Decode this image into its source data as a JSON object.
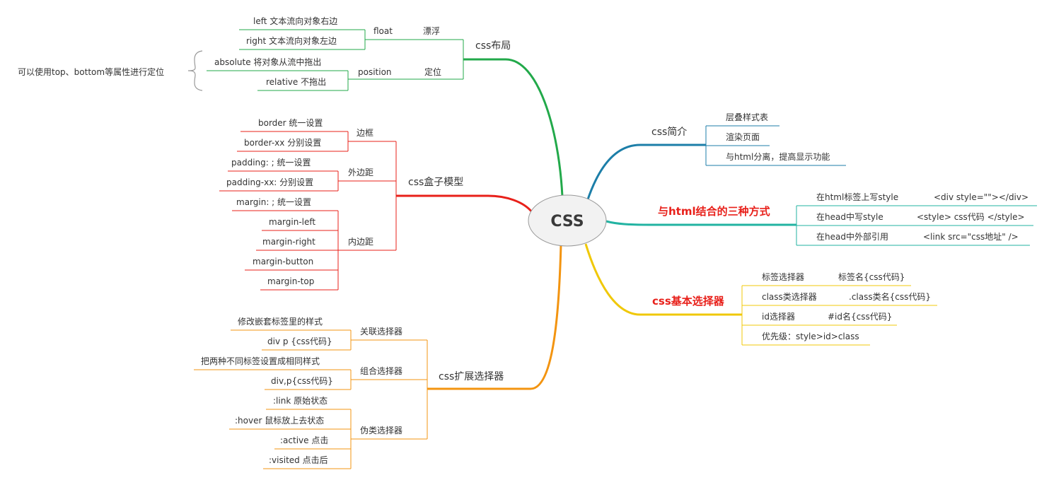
{
  "center": {
    "label": "CSS"
  },
  "note": "可以使用top、bottom等属性进行定位",
  "colors": {
    "layout": "#22a94a",
    "intro": "#1c7ea8",
    "combine": "#22b3a2",
    "basic": "#f0c808",
    "box": "#e8201a",
    "ext": "#f39410",
    "emph_text": "#e8201a"
  },
  "layout": {
    "label": "css布局",
    "float": {
      "label": "float",
      "desc": "漂浮",
      "items": [
        "left 文本流向对象右边",
        "right 文本流向对象左边"
      ]
    },
    "position": {
      "label": "position",
      "desc": "定位",
      "items": [
        "absolute 将对象从流中拖出",
        "relative 不拖出"
      ]
    }
  },
  "box": {
    "label": "css盒子模型",
    "border": {
      "label": "边框",
      "items": [
        "border 统一设置",
        "border-xx 分别设置"
      ]
    },
    "outer": {
      "label": "外边距",
      "items": [
        "padding: ; 统一设置",
        "padding-xx: 分别设置"
      ]
    },
    "inner": {
      "label": "内边距",
      "items": [
        "margin: ; 统一设置",
        "margin-left",
        "margin-right",
        "margin-button",
        "margin-top"
      ]
    }
  },
  "ext": {
    "label": "css扩展选择器",
    "assoc": {
      "label": "关联选择器",
      "items": [
        "修改嵌套标签里的样式",
        "div p {css代码}"
      ]
    },
    "group": {
      "label": "组合选择器",
      "items": [
        "把两种不同标签设置成相同样式",
        "div,p{css代码}"
      ]
    },
    "pseudo": {
      "label": "伪类选择器",
      "items": [
        ":link 原始状态",
        ":hover 鼠标放上去状态",
        ":active 点击",
        ":visited 点击后"
      ]
    }
  },
  "intro": {
    "label": "css简介",
    "items": [
      "层叠样式表",
      "渲染页面",
      "与html分离，提高显示功能"
    ]
  },
  "combine": {
    "label": "与html结合的三种方式",
    "items": [
      {
        "name": "在html标签上写style",
        "code": "<div style=\"\"></div>"
      },
      {
        "name": "在head中写style",
        "code": "<style> css代码 </style>"
      },
      {
        "name": "在head中外部引用",
        "code": "<link src=\"css地址\" />"
      }
    ]
  },
  "basic": {
    "label": "css基本选择器",
    "items": [
      {
        "name": "标签选择器",
        "code": "标签名{css代码}"
      },
      {
        "name": "class类选择器",
        "code": ".class类名{css代码}"
      },
      {
        "name": "id选择器",
        "code": "#id名{css代码}"
      },
      {
        "name": "优先级：style>id>class",
        "code": ""
      }
    ]
  }
}
